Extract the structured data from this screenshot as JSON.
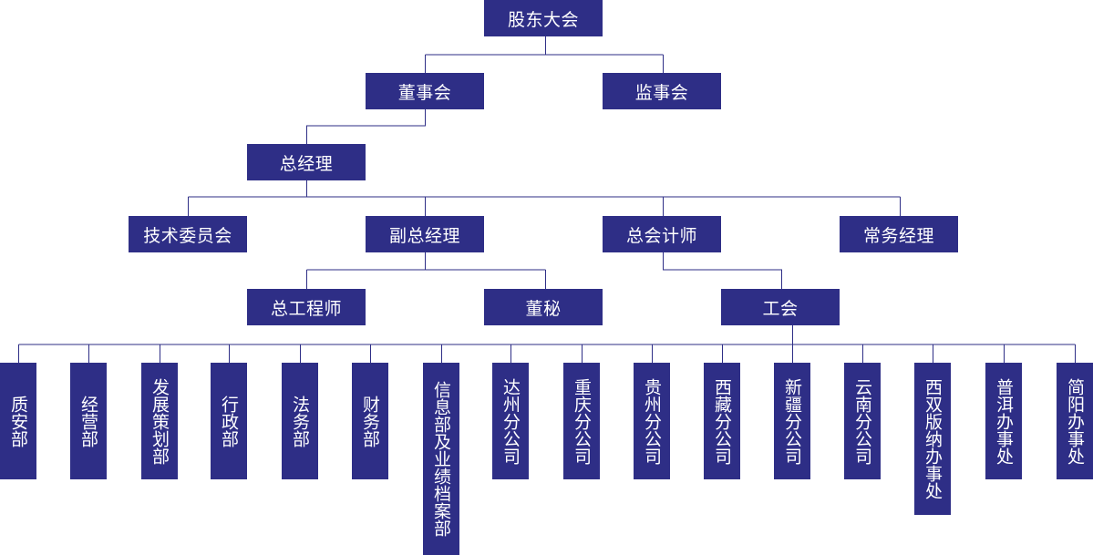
{
  "nodes": {
    "shareholders": "股东大会",
    "board": "董事会",
    "supervisors": "监事会",
    "gm": "总经理",
    "tech_committee": "技术委员会",
    "deputy_gm": "副总经理",
    "chief_accountant": "总会计师",
    "executive_manager": "常务经理",
    "chief_engineer": "总工程师",
    "board_secretary": "董秘",
    "union": "工会",
    "departments": [
      "质安部",
      "经营部",
      "发展策划部",
      "行政部",
      "法务部",
      "财务部",
      "信息部及业绩档案部",
      "达州分公司",
      "重庆分公司",
      "贵州分公司",
      "西藏分公司",
      "新疆分公司",
      "云南分公司",
      "西双版纳办事处",
      "普洱办事处",
      "简阳办事处"
    ]
  },
  "colors": {
    "box": "#2e2e86",
    "text": "#ffffff",
    "line": "#2e2e86"
  }
}
